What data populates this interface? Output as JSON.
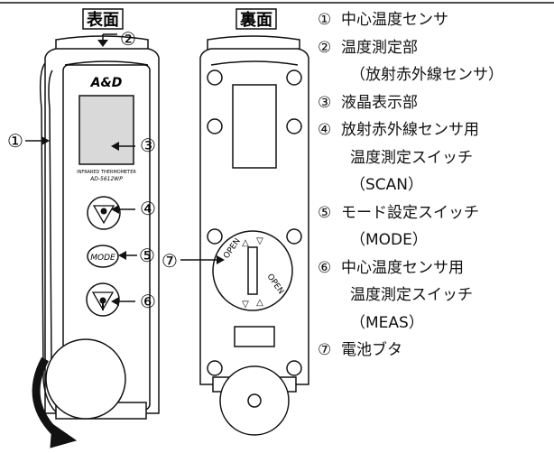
{
  "views": {
    "front_title": "表面",
    "back_title": "裏面"
  },
  "device": {
    "brand": "A&D",
    "model_line1": "INFRARED THERMOMETER",
    "model_line2": "AD-5612WP",
    "mode_button": "MODE",
    "battery_open_1": "OPEN",
    "battery_open_2": "OPEN"
  },
  "callouts": [
    "①",
    "②",
    "③",
    "④",
    "⑤",
    "⑥",
    "⑦"
  ],
  "legend": [
    {
      "num": "①",
      "lines": [
        "中心温度センサ"
      ]
    },
    {
      "num": "②",
      "lines": [
        "温度測定部",
        "（放射赤外線センサ）"
      ]
    },
    {
      "num": "③",
      "lines": [
        "液晶表示部"
      ]
    },
    {
      "num": "④",
      "lines": [
        "放射赤外線センサ用",
        "温度測定スイッチ",
        "（SCAN）"
      ]
    },
    {
      "num": "⑤",
      "lines": [
        "モード設定スイッチ",
        "（MODE）"
      ]
    },
    {
      "num": "⑥",
      "lines": [
        "中心温度センサ用",
        "温度測定スイッチ",
        "（MEAS）"
      ]
    },
    {
      "num": "⑦",
      "lines": [
        "電池ブタ"
      ]
    }
  ],
  "colors": {
    "line": "#111111",
    "fill": "#ffffff",
    "screen": "#d9d9d9"
  }
}
